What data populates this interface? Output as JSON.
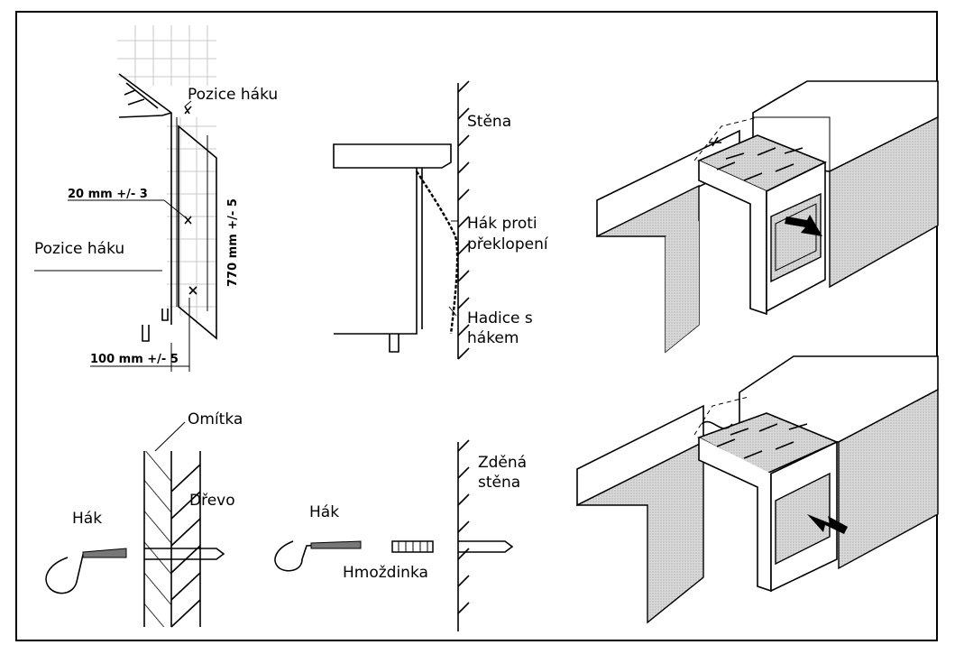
{
  "labels": {
    "pozice_haku_top": "Pozice háku",
    "pozice_haku_left": "Pozice háku",
    "dim_20": "20 mm +/- 3",
    "dim_770": "770 mm +/- 5",
    "dim_100": "100 mm +/- 5",
    "stena": "Stěna",
    "hak_proti_1": "Hák proti",
    "hak_proti_2": "překlopení",
    "hadice_1": "Hadice s",
    "hadice_2": "hákem",
    "omitka": "Omítka",
    "drevo": "Dřevo",
    "hak_1": "Hák",
    "hak_2": "Hák",
    "hmozdinka": "Hmoždinka",
    "zdena_1": "Zděná",
    "zdena_2": "stěna"
  }
}
